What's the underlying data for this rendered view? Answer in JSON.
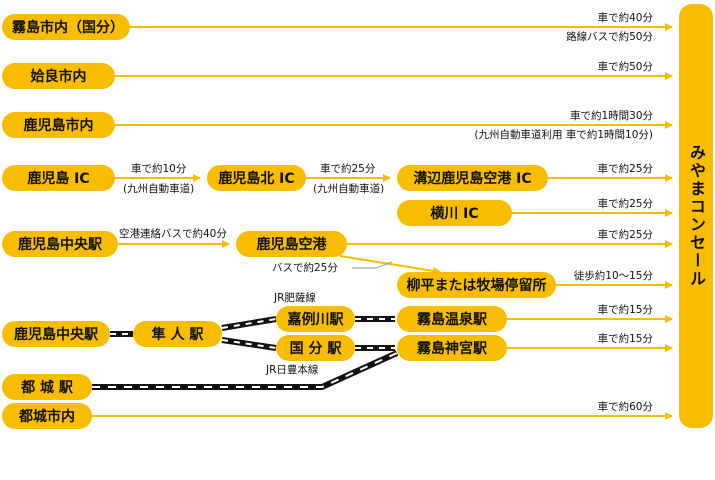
{
  "destination": "みやまコンセール",
  "nodes": {
    "kirishima_city": "霧島市内（国分）",
    "aira_city": "姶良市内",
    "kagoshima_city": "鹿児島市内",
    "kagoshima_ic": "鹿児島 IC",
    "kagoshima_kita_ic": "鹿児島北 IC",
    "mizobe_ic": "溝辺鹿児島空港 IC",
    "yokogawa_ic": "横川 IC",
    "kagoshima_chuo_1": "鹿児島中央駅",
    "kagoshima_airport": "鹿児島空港",
    "yanagihira": "柳平または牧場停留所",
    "kagoshima_chuo_2": "鹿児島中央駅",
    "hayato_station": "隼 人 駅",
    "kareigawa_station": "嘉例川駅",
    "kirishima_onsen": "霧島温泉駅",
    "kokubu_station": "国 分 駅",
    "kirishima_jingu": "霧島神宮駅",
    "miyakonojo_station": "都 城 駅",
    "miyakonojo_city": "都城市内"
  },
  "labels": {
    "r1_car": "車で約40分",
    "r1_bus": "路線バスで約50分",
    "r2_car": "車で約50分",
    "r3_car": "車で約1時間30分",
    "r3_via": "(九州自動車道利用 車で約1時間10分)",
    "ic_a_car": "車で約10分",
    "ic_a_via": "(九州自動車道)",
    "ic_b_car": "車で約25分",
    "ic_b_via": "(九州自動車道)",
    "r4_car": "車で約25分",
    "r5_car": "車で約25分",
    "airport_bus": "空港連絡バスで約40分",
    "r6_car": "車で約25分",
    "bus25": "バスで約25分",
    "walk": "徒歩約10～15分",
    "hisatsu_line": "JR肥薩線",
    "r8_car": "車で約15分",
    "r9_car": "車で約15分",
    "nippo_line": "JR日豊本線",
    "r11_car": "車で約60分"
  },
  "colors": {
    "pill": "#f9bd00",
    "arrow": "#f9bd00",
    "rail_dark": "#111111",
    "rail_light": "#ffffff",
    "connector": "#999999"
  }
}
